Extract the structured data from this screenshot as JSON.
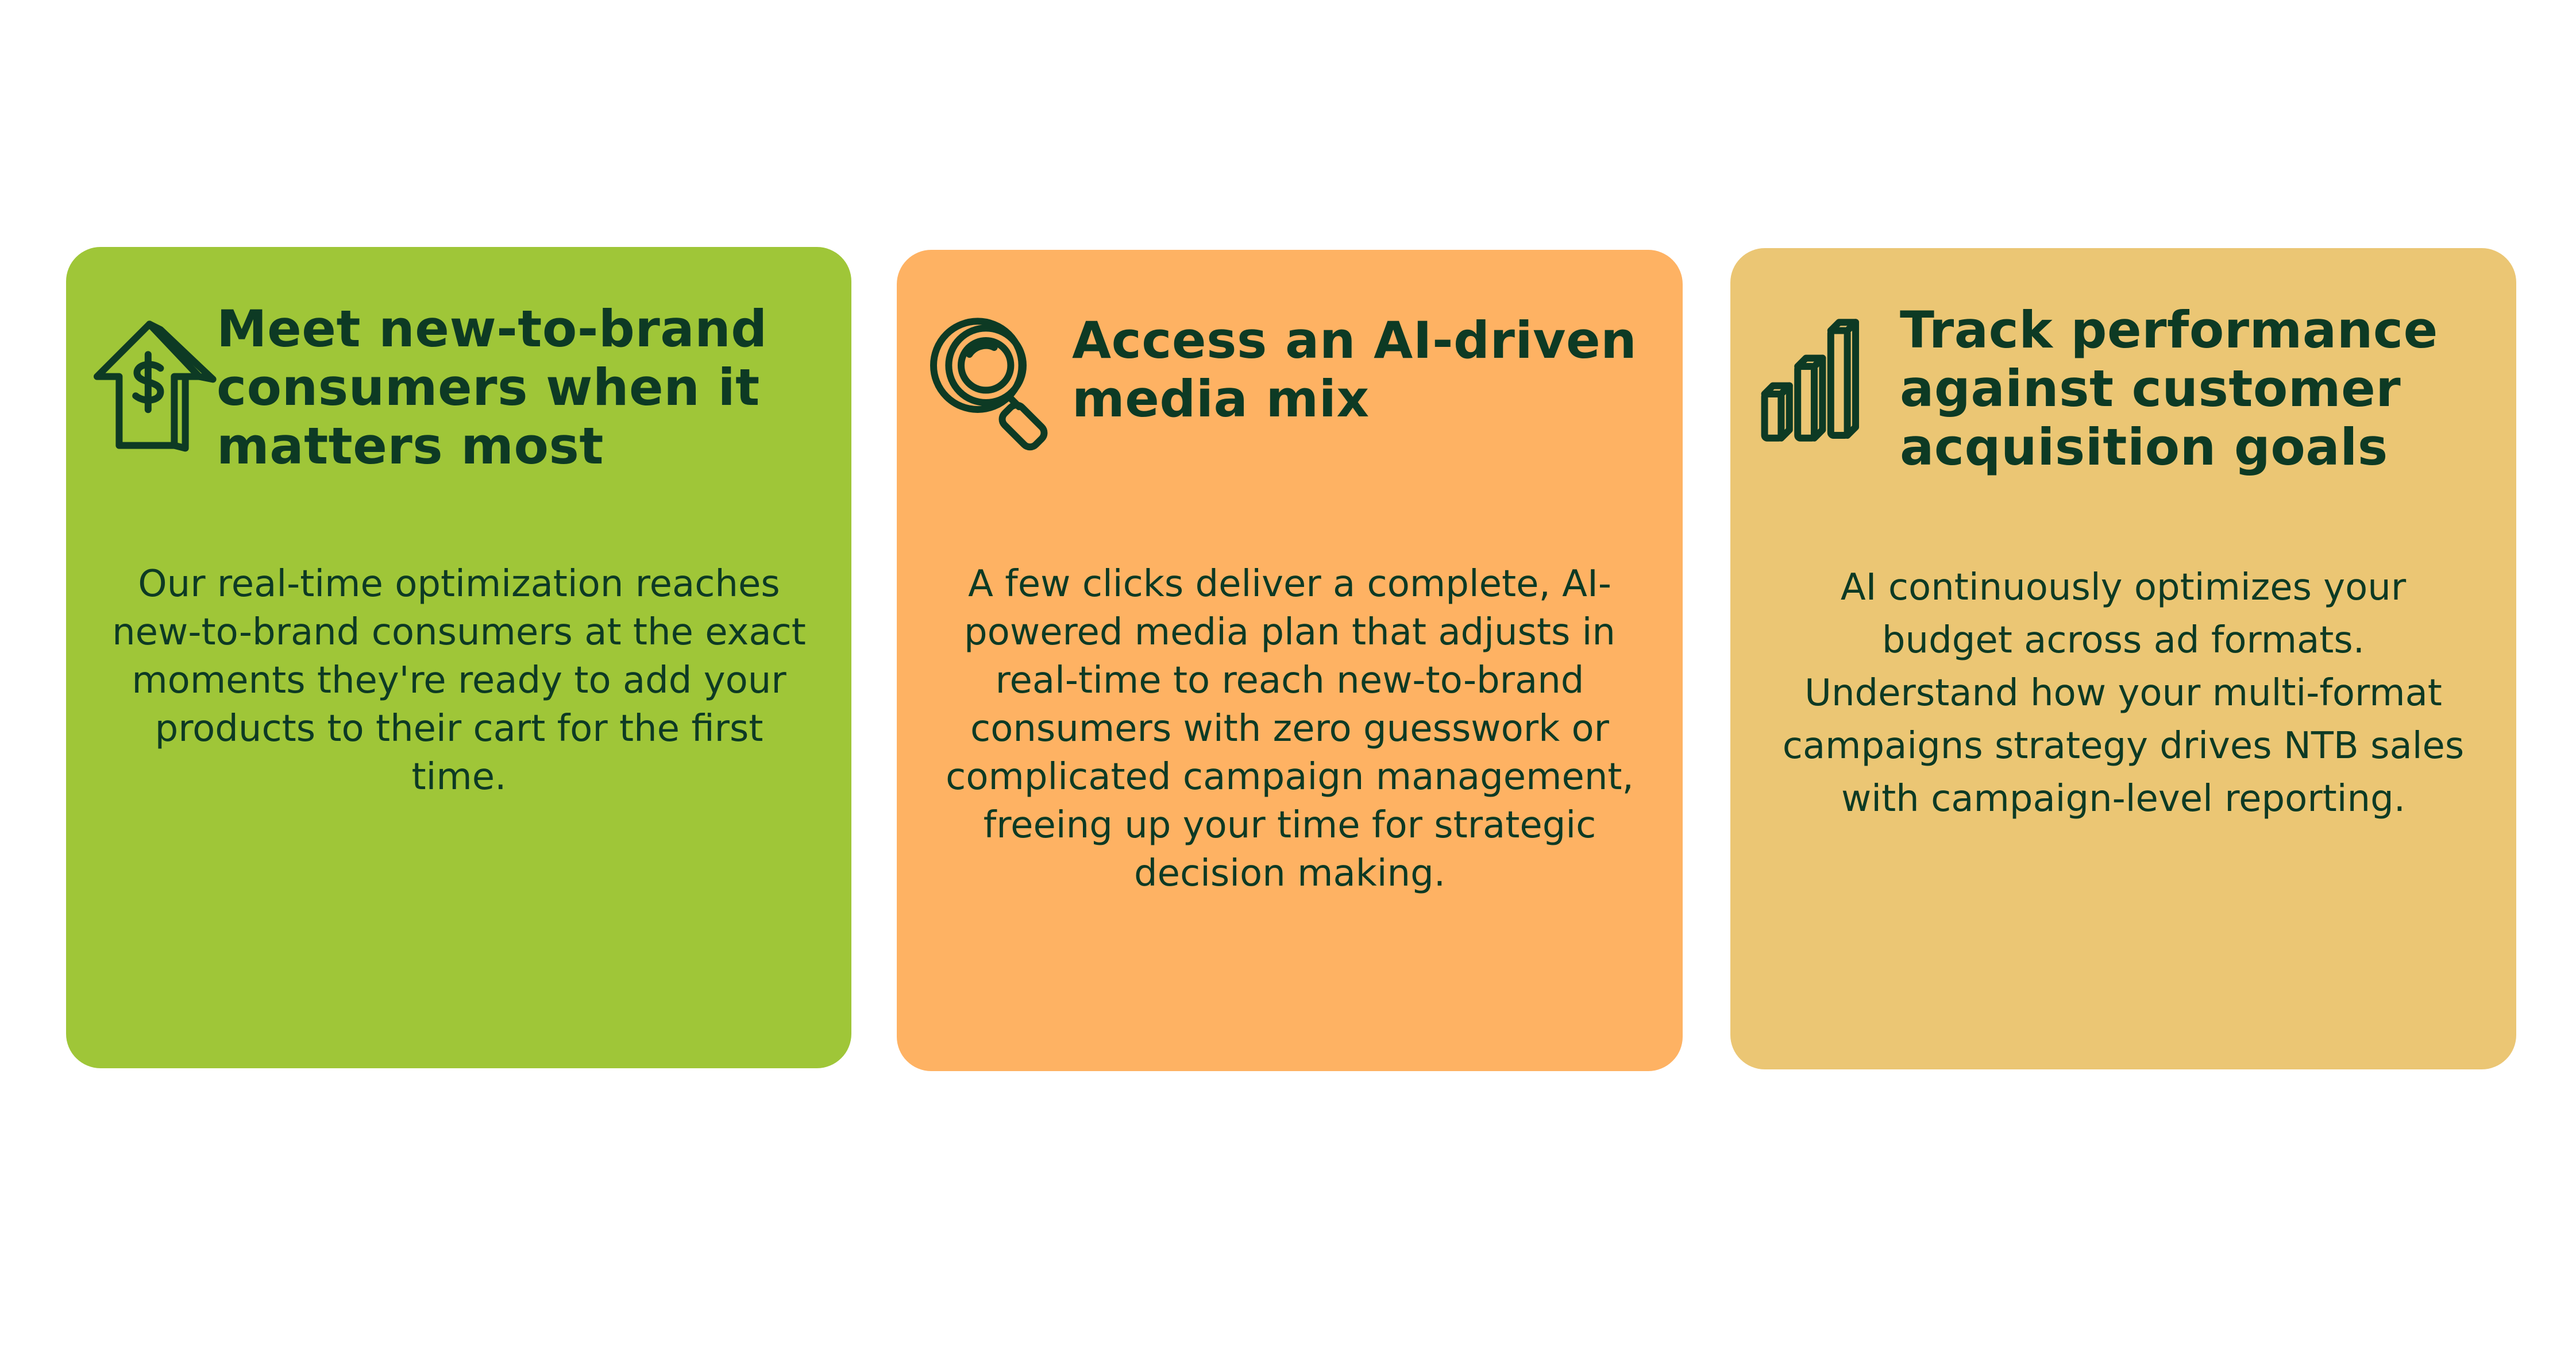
{
  "cards": [
    {
      "icon": "house-dollar-arrow-icon",
      "title": "Meet new-to-brand consumers when it matters most",
      "body": "Our real-time optimization reaches new-to-brand consumers at the exact moments they're ready to add your products to their cart for the first time.",
      "background": "#9fc638"
    },
    {
      "icon": "magnifying-glass-icon",
      "title": "Access an AI-driven media mix",
      "body": "A few clicks deliver a complete, AI-powered media plan that adjusts in real-time to reach new-to-brand consumers with zero guesswork or complicated campaign management, freeing up your time for strategic decision making.",
      "background": "#feb263"
    },
    {
      "icon": "bar-chart-icon",
      "title": "Track performance against customer acquisition goals",
      "body": "AI continuously optimizes your budget across ad formats. Understand how your multi-format campaigns strategy drives NTB sales with campaign-level reporting.",
      "background": "#ebc674"
    }
  ],
  "colors": {
    "text": "#0d3a24",
    "page_background": "#ffffff"
  }
}
